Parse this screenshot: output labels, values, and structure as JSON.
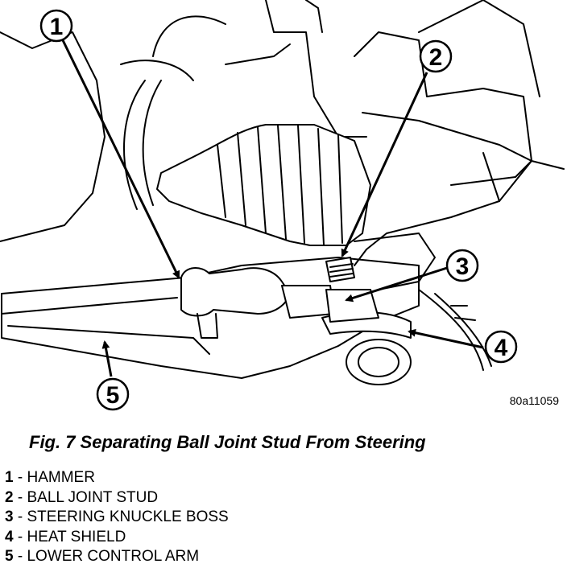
{
  "figure": {
    "id_code": "80a11059",
    "caption": "Fig. 7 Separating Ball Joint Stud From Steering"
  },
  "callouts": [
    {
      "num": "1",
      "label": "HAMMER"
    },
    {
      "num": "2",
      "label": "BALL JOINT STUD"
    },
    {
      "num": "3",
      "label": "STEERING KNUCKLE BOSS"
    },
    {
      "num": "4",
      "label": "HEAT SHIELD"
    },
    {
      "num": "5",
      "label": "LOWER CONTROL ARM"
    }
  ],
  "legend_separator": "-"
}
